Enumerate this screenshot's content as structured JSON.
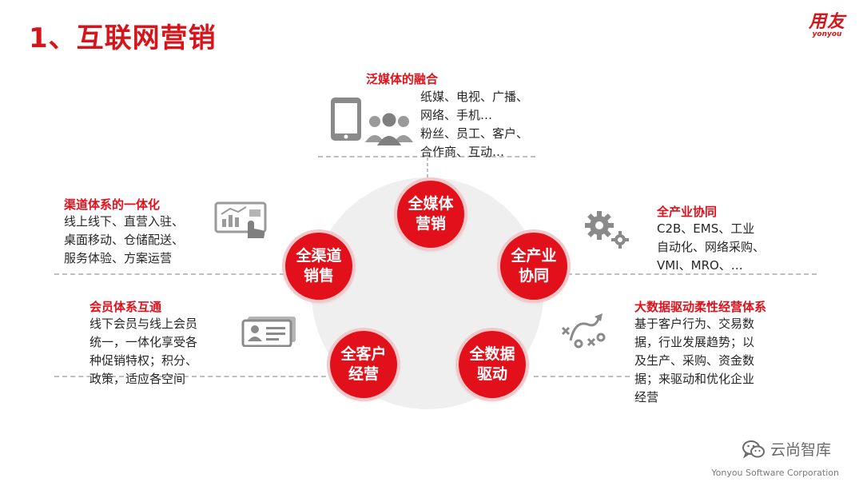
{
  "slide_title": "1、互联网营销",
  "logo": {
    "cn": "用友",
    "en": "yonyou"
  },
  "center_nodes": [
    {
      "line1": "全媒体",
      "line2": "营销"
    },
    {
      "line1": "全产业",
      "line2": "协同"
    },
    {
      "line1": "全数据",
      "line2": "驱动"
    },
    {
      "line1": "全客户",
      "line2": "经营"
    },
    {
      "line1": "全渠道",
      "line2": "销售"
    }
  ],
  "sections": {
    "media": {
      "title": "泛媒体的融合",
      "lines": [
        "纸媒、电视、广播、",
        "网络、手机…",
        "粉丝、员工、客户、",
        "合作商、互动…"
      ],
      "icons": [
        "smartphone-icon",
        "people-group-icon"
      ]
    },
    "channel": {
      "title": "渠道体系的一体化",
      "lines": [
        "线上线下、直营入驻、",
        "桌面移动、仓储配送、",
        "服务体验、方案运营"
      ],
      "icon": "touch-dashboard-icon"
    },
    "industry": {
      "title": "全产业协同",
      "lines": [
        "C2B、EMS、工业",
        "自动化、网络采购、",
        "VMI、MRO、…"
      ],
      "icon": "gears-icon"
    },
    "member": {
      "title": "会员体系互通",
      "lines": [
        "线下会员与线上会员",
        "统一，一体化享受各",
        "种促销特权；积分、",
        "政策，适应各空间"
      ],
      "icon": "member-card-icon"
    },
    "bigdata": {
      "title": "大数据驱动柔性经营体系",
      "lines": [
        "基于客户行为、交易数",
        "据，行业发展趋势；以",
        "及生产、采购、资金数",
        "据；来驱动和优化企业",
        "经营"
      ],
      "icon": "strategy-play-icon"
    }
  },
  "watermark": "云尚智库",
  "footer": "Yonyou Software Corporation",
  "colors": {
    "accent": "#e2101b",
    "ring": "#efefef",
    "dash": "#bfbfbf"
  }
}
